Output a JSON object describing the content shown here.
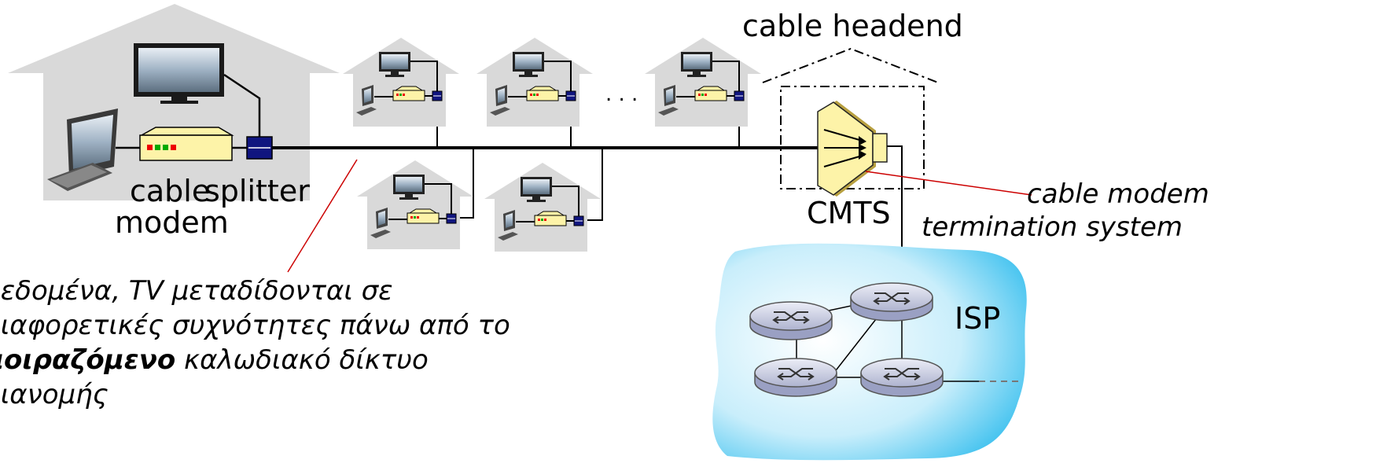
{
  "labels": {
    "cable_headend": "cable headend",
    "cable": "cable",
    "splitter": "splitter",
    "modem": "modem",
    "cmts": "CMTS",
    "cmts_desc_line1": "cable modem",
    "cmts_desc_line2": "termination system",
    "isp": "ISP",
    "ellipsis": ". . ."
  },
  "note": {
    "line1": "δεδομένα, TV μεταδίδονται σε",
    "line2": "διαφορετικές συχνότητες πάνω από το",
    "line3_bold": "μοιραζόμενο",
    "line3_rest": " καλωδιακό δίκτυο",
    "line4": "διανομής"
  },
  "colors": {
    "house": "#d9d9d9",
    "modem": "#fdf3a8",
    "splitter": "#10157f",
    "cloud": "#3ec6f0",
    "router": "#cfd3e8",
    "pointer": "#cc0000"
  }
}
